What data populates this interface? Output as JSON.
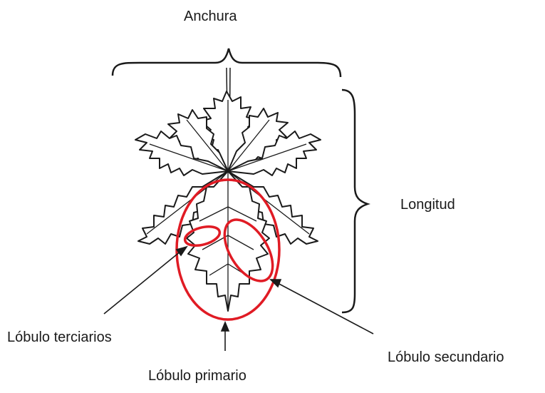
{
  "labels": {
    "width": "Anchura",
    "length": "Longitud",
    "tertiary_lobe": "Lóbulo terciarios",
    "primary_lobe": "Lóbulo primario",
    "secondary_lobe": "Lóbulo secundario"
  },
  "colors": {
    "outline": "#1a1a1a",
    "highlight": "#e01b24",
    "background": "#ffffff"
  }
}
